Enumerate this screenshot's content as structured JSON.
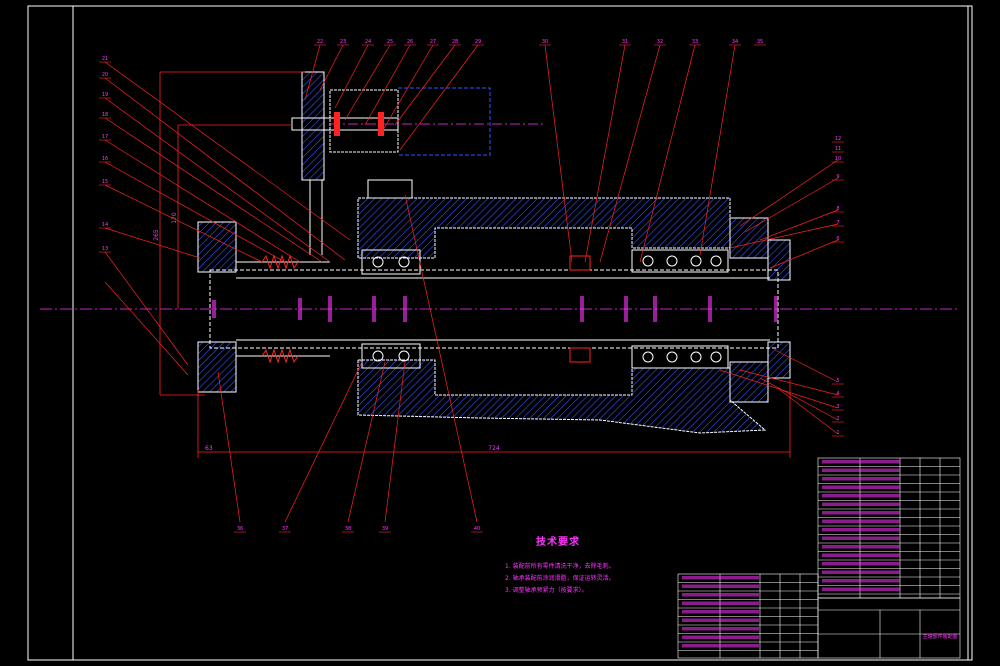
{
  "drawing": {
    "balloons_top": [
      "22",
      "23",
      "24",
      "25",
      "26",
      "27",
      "28",
      "29",
      "30",
      "31",
      "32",
      "33",
      "34",
      "35"
    ],
    "balloons_left": [
      "21",
      "20",
      "19",
      "18",
      "17",
      "16",
      "15",
      "14",
      "13"
    ],
    "balloons_right": [
      "1",
      "2",
      "3",
      "4",
      "5",
      "6",
      "7",
      "8",
      "9",
      "10",
      "11",
      "12"
    ],
    "balloons_bottom": [
      "36",
      "37",
      "38",
      "39",
      "40"
    ],
    "dims": {
      "overall_length": "724",
      "left_offset": "63",
      "height_a": "170",
      "height_b": "265"
    }
  },
  "tech": {
    "title": "技术要求",
    "notes": [
      "1. 装配前所有零件清洗干净，去除毛刺。",
      "2. 轴承装配前涂润滑脂，保证运转灵活。",
      "3. 调整轴承预紧力（按要求）。"
    ]
  },
  "title_block": {
    "name": "主轴部件装配图"
  },
  "colors": {
    "background": "#000000",
    "frame": "#ffffff",
    "outline": "#ffffff",
    "hidden": "#3355ff",
    "leader": "#ff2222",
    "text": "#ff33ff",
    "center": "#ff33ff"
  }
}
